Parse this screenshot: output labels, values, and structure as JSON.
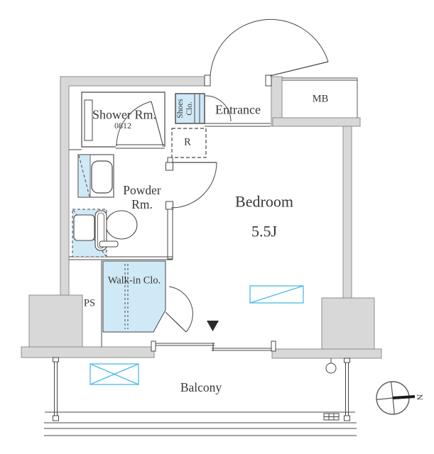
{
  "plan": {
    "title": "apartment-floor-plan",
    "rooms": {
      "shower_room": {
        "label": "Shower Rm.",
        "size": "0812"
      },
      "shoes_closet": {
        "label": "Shoes Clo."
      },
      "entrance": {
        "label": "Entrance"
      },
      "meter_box": {
        "label": "MB"
      },
      "refrigerator_space": {
        "label": "R"
      },
      "powder_room": {
        "label": "Powder Rm."
      },
      "bedroom": {
        "label": "Bedroom",
        "size": "5.5J"
      },
      "walk_in_closet": {
        "label": "Walk-in Clo."
      },
      "pipe_space": {
        "label": "PS"
      },
      "balcony": {
        "label": "Balcony"
      }
    },
    "compass": {
      "north_label": "N"
    },
    "colors": {
      "wall_fill": "#d8d8d8",
      "wall_stroke": "#8d8d8d",
      "line": "#4a4545",
      "fixture_blue": "#cfe9f7",
      "accent_cyan": "#4cb9e8",
      "text": "#3b3636"
    }
  }
}
